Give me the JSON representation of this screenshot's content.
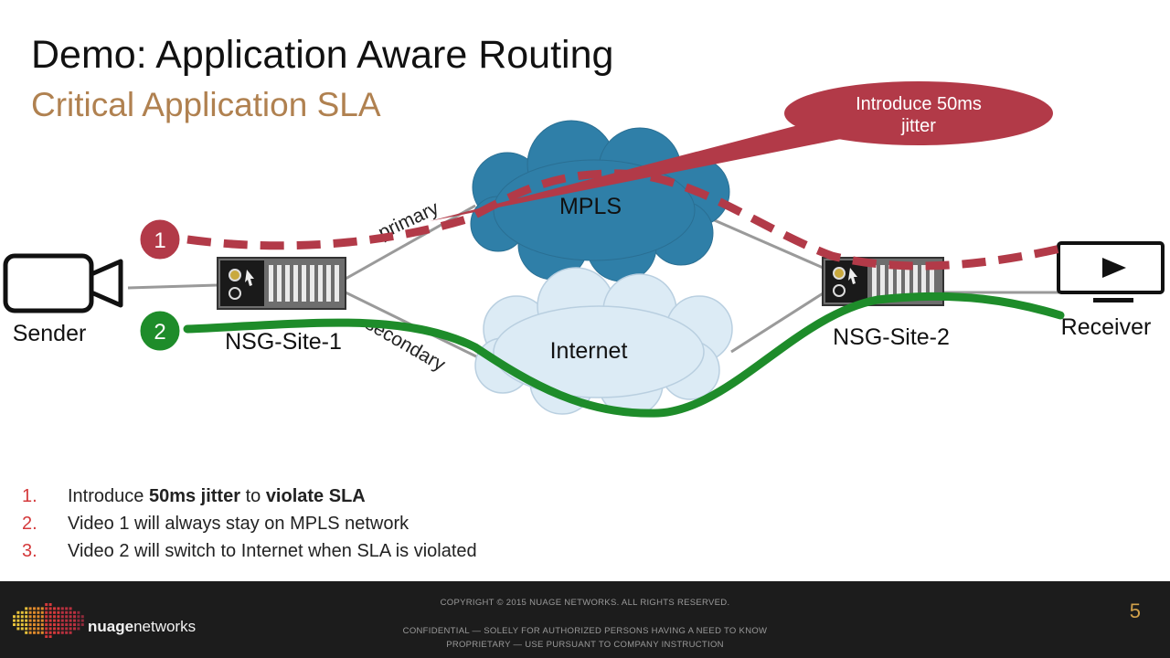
{
  "slide": {
    "title": "Demo: Application Aware Routing",
    "subtitle": "Critical Application SLA"
  },
  "diagram": {
    "sender_label": "Sender",
    "receiver_label": "Receiver",
    "site1_label": "NSG-Site-1",
    "site2_label": "NSG-Site-2",
    "mpls_label": "MPLS",
    "internet_label": "Internet",
    "primary_label": "primary",
    "secondary_label": "secondary",
    "callout_line1": "Introduce 50ms",
    "callout_line2": "jitter",
    "badge1": "1",
    "badge2": "2",
    "colors": {
      "path1": "#b23a48",
      "path2": "#1e8c2a",
      "mpls_cloud": "#2f7fa8",
      "internet_cloud": "#dcebf5"
    }
  },
  "steps": [
    {
      "num": "1.",
      "pre": "Introduce ",
      "b1": "50ms jitter",
      "mid": " to ",
      "b2": "violate SLA",
      "post": ""
    },
    {
      "num": "2.",
      "text": "Video 1 will always stay on MPLS network"
    },
    {
      "num": "3.",
      "text": "Video 2 will switch to Internet when SLA is violated"
    }
  ],
  "footer": {
    "copyright": "COPYRIGHT © 2015 NUAGE NETWORKS. ALL RIGHTS RESERVED.",
    "confidential1": "CONFIDENTIAL — SOLELY FOR AUTHORIZED PERSONS HAVING A NEED TO KNOW",
    "confidential2": "PROPRIETARY — USE PURSUANT TO COMPANY INSTRUCTION",
    "logo_bold": "nuage",
    "logo_regular": "networks",
    "page_number": "5"
  }
}
